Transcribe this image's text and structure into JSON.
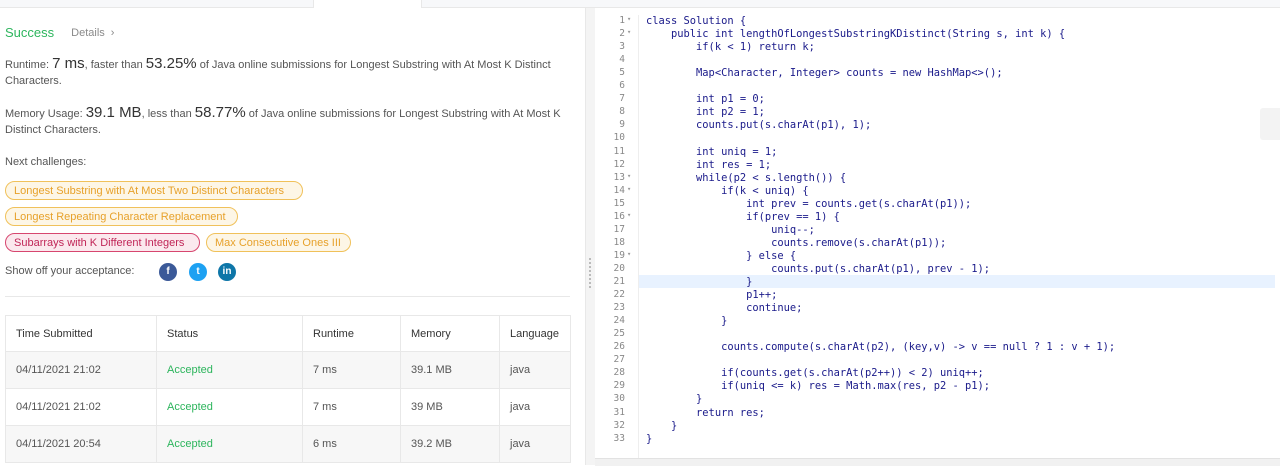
{
  "result": {
    "status": "Success",
    "details_label": "Details",
    "runtime_label": "Runtime:",
    "runtime_value": "7 ms",
    "runtime_mid": ", faster than",
    "runtime_pct": "53.25%",
    "runtime_tail": "of Java online submissions for Longest Substring with At Most K Distinct Characters.",
    "memory_label": "Memory Usage:",
    "memory_value": "39.1 MB",
    "memory_mid": ", less than",
    "memory_pct": "58.77%",
    "memory_tail": "of Java online submissions for Longest Substring with At Most K Distinct Characters."
  },
  "next_challenges": {
    "label": "Next challenges:",
    "items": [
      {
        "label": "Longest Substring with At Most Two Distinct Characters",
        "difficulty": "medium"
      },
      {
        "label": "Longest Repeating Character Replacement",
        "difficulty": "medium"
      },
      {
        "label": "Subarrays with K Different Integers",
        "difficulty": "hard"
      },
      {
        "label": "Max Consecutive Ones III",
        "difficulty": "medium"
      }
    ]
  },
  "share": {
    "label": "Show off your acceptance:",
    "icons": [
      {
        "name": "facebook-icon",
        "glyph": "f",
        "color": "#3b5998"
      },
      {
        "name": "twitter-icon",
        "glyph": "t",
        "color": "#1da1f2"
      },
      {
        "name": "linkedin-icon",
        "glyph": "in",
        "color": "#0e76a8"
      }
    ]
  },
  "submissions": {
    "columns": [
      "Time Submitted",
      "Status",
      "Runtime",
      "Memory",
      "Language"
    ],
    "rows": [
      [
        "04/11/2021 21:02",
        "Accepted",
        "7 ms",
        "39.1 MB",
        "java"
      ],
      [
        "04/11/2021 21:02",
        "Accepted",
        "7 ms",
        "39 MB",
        "java"
      ],
      [
        "04/11/2021 20:54",
        "Accepted",
        "6 ms",
        "39.2 MB",
        "java"
      ]
    ]
  },
  "colors": {
    "success": "#2db55d",
    "medium": "#e7a12a",
    "hard": "#c02557",
    "keyword": "#0000cc"
  },
  "editor": {
    "folded_lines": [
      1,
      2,
      13,
      14,
      16,
      19
    ],
    "active_line": 21,
    "lines": [
      "class Solution {",
      "    public int lengthOfLongestSubstringKDistinct(String s, int k) {",
      "        if(k < 1) return k;",
      "",
      "        Map<Character, Integer> counts = new HashMap<>();",
      "",
      "        int p1 = 0;",
      "        int p2 = 1;",
      "        counts.put(s.charAt(p1), 1);",
      "",
      "        int uniq = 1;",
      "        int res = 1;",
      "        while(p2 < s.length()) {",
      "            if(k < uniq) {",
      "                int prev = counts.get(s.charAt(p1));",
      "                if(prev == 1) {",
      "                    uniq--;",
      "                    counts.remove(s.charAt(p1));",
      "                } else {",
      "                    counts.put(s.charAt(p1), prev - 1);",
      "                }",
      "                p1++;",
      "                continue;",
      "            }",
      "",
      "            counts.compute(s.charAt(p2), (key,v) -> v == null ? 1 : v + 1);",
      "",
      "            if(counts.get(s.charAt(p2++)) < 2) uniq++;",
      "            if(uniq <= k) res = Math.max(res, p2 - p1);",
      "        }",
      "        return res;",
      "    }",
      "}"
    ]
  }
}
